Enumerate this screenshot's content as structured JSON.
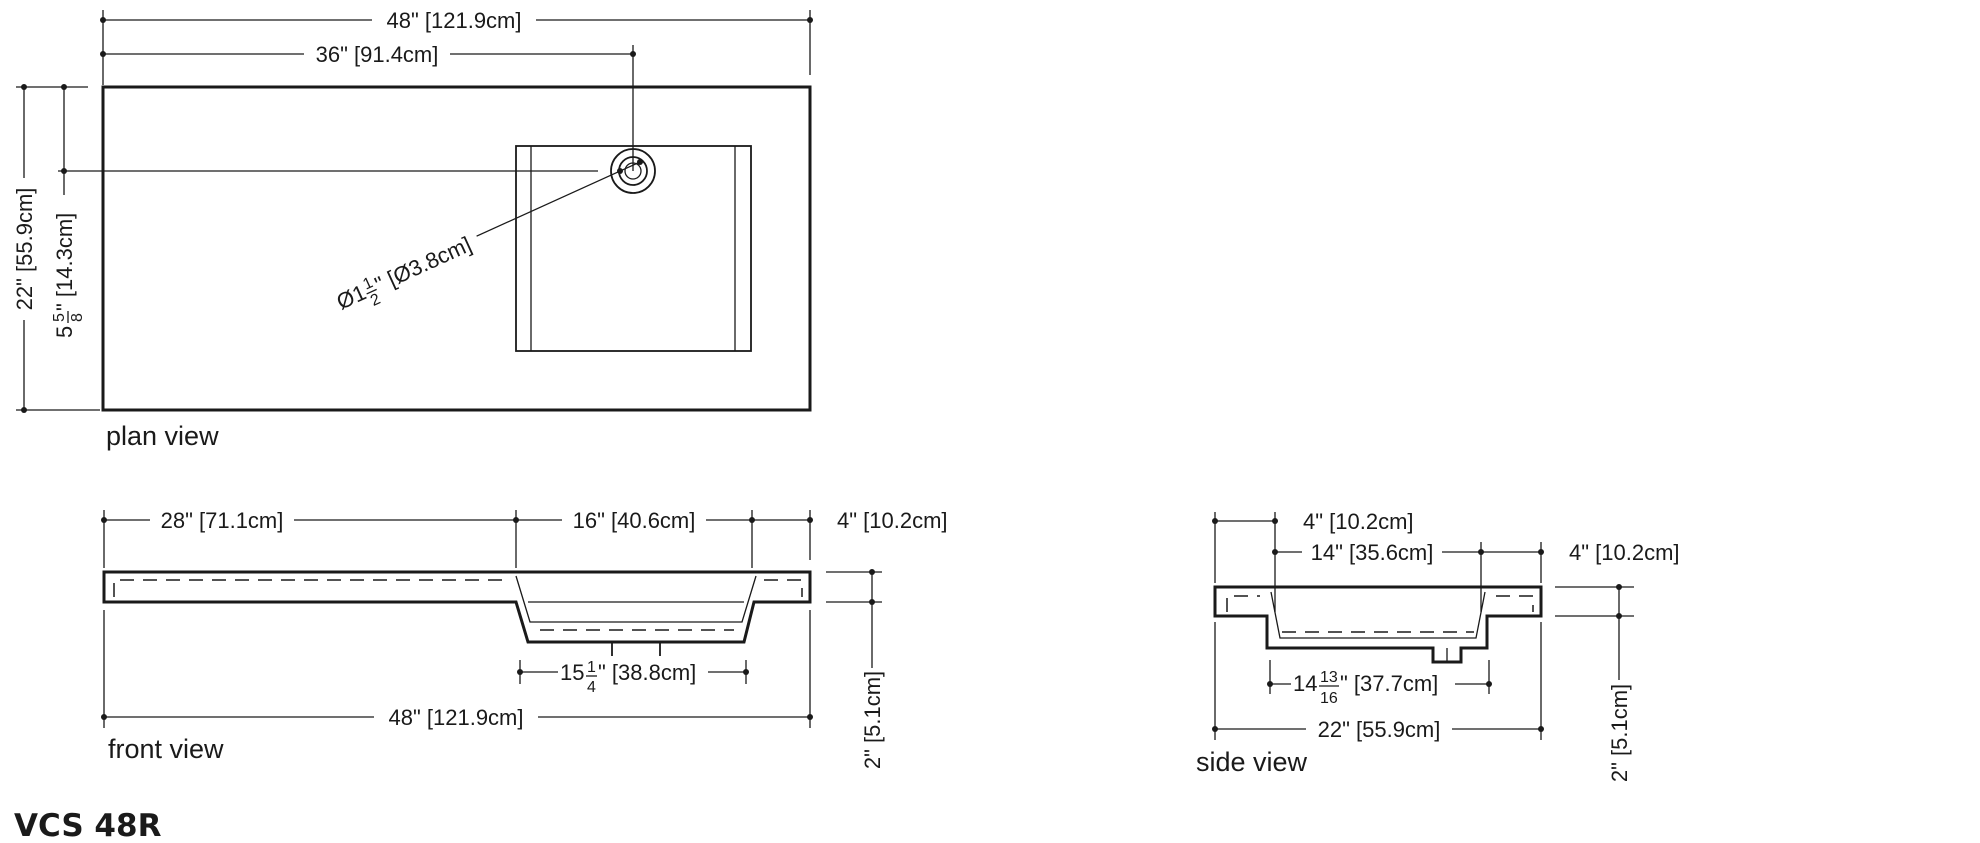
{
  "model": "VCS 48R",
  "views": {
    "plan": "plan view",
    "front": "front view",
    "side": "side view"
  },
  "plan": {
    "overall_width": "48\" [121.9cm]",
    "drain_offset_x": "36\" [91.4cm]",
    "depth": "22\" [55.9cm]",
    "drain_offset_y_whole": "5",
    "drain_offset_y_num": "5",
    "drain_offset_y_den": "8",
    "drain_offset_y_rest": "\" [14.3cm]",
    "drain_dia_prefix": "Ø1",
    "drain_dia_num": "1",
    "drain_dia_den": "2",
    "drain_dia_rest": "\" [Ø3.8cm]"
  },
  "front": {
    "left_deck": "28\" [71.1cm]",
    "basin_width": "16\" [40.6cm]",
    "right_deck": "4\" [10.2cm]",
    "inner_whole": "15",
    "inner_num": "1",
    "inner_den": "4",
    "inner_rest": "\" [38.8cm]",
    "overall_width": "48\" [121.9cm]",
    "height": "2\" [5.1cm]"
  },
  "side": {
    "back_deck": "4\" [10.2cm]",
    "basin_depth": "14\" [35.6cm]",
    "front_deck": "4\" [10.2cm]",
    "inner_whole": "14",
    "inner_num": "13",
    "inner_den": "16",
    "inner_rest": "\" [37.7cm]",
    "overall_depth": "22\" [55.9cm]",
    "height": "2\" [5.1cm]"
  }
}
